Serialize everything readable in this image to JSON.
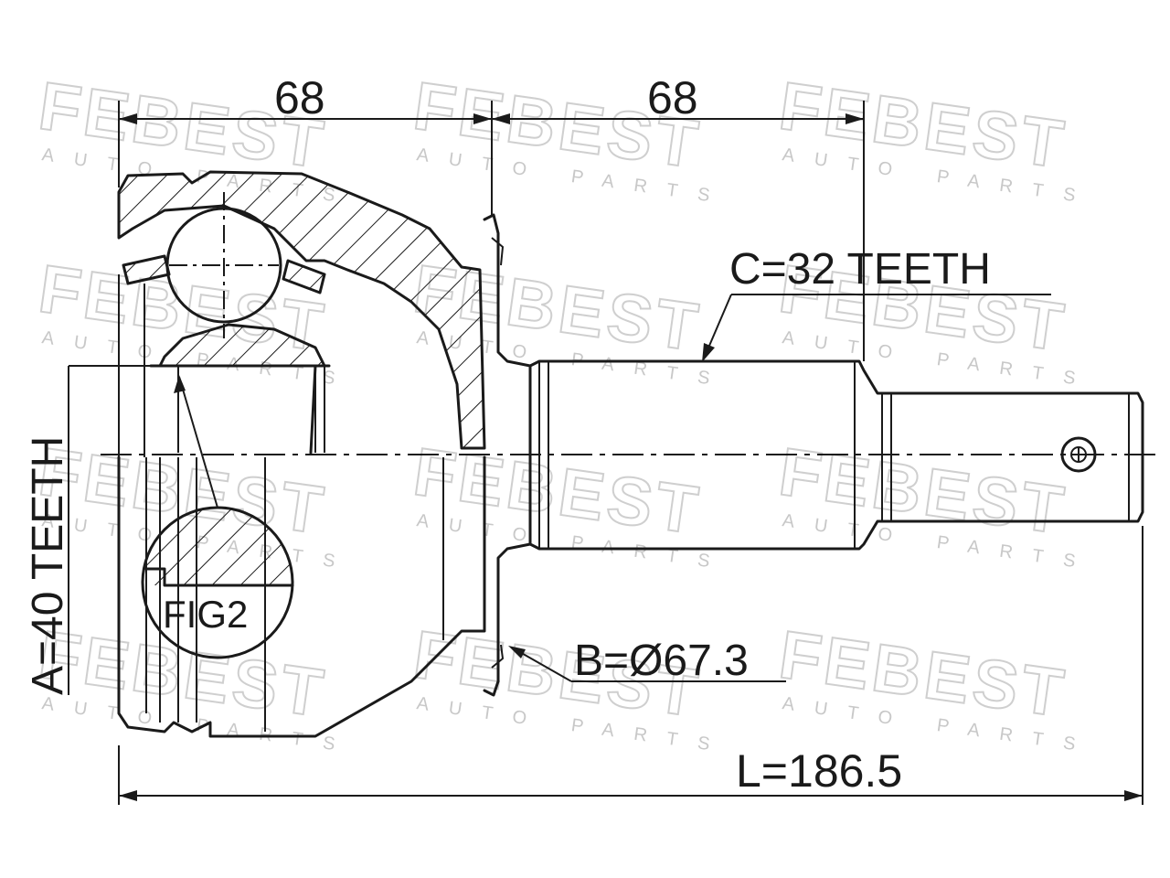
{
  "watermark": {
    "brand": "FEBEST",
    "tagline": "AUTO PARTS"
  },
  "dimensions": {
    "top_left": "68",
    "top_right": "68",
    "overall_length": "L=186.5"
  },
  "callouts": {
    "spline_c": "C=32 TEETH",
    "spline_a": "A=40 TEETH",
    "seat_b": "B=Ø67.3",
    "detail": "FIG2"
  }
}
